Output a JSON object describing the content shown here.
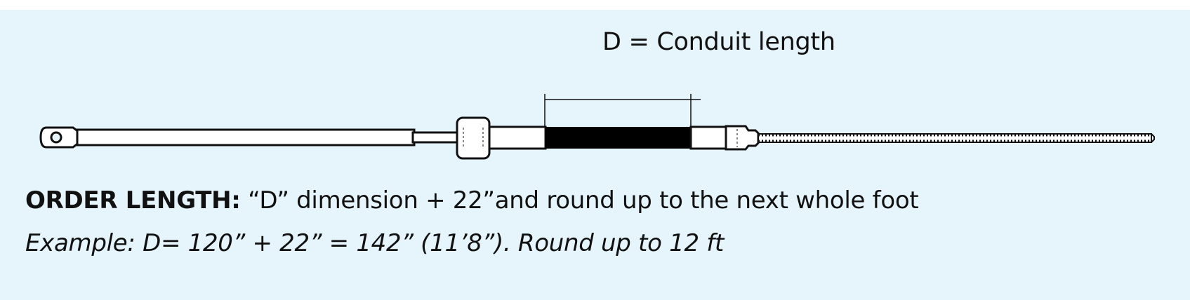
{
  "diagram": {
    "dimension_label": "D = Conduit length",
    "order": {
      "heading": "ORDER LENGTH:",
      "text": "“D” dimension + 22”and round up to the next whole foot"
    },
    "example": "Example: D= 120” + 22” = 142” (11’8”). Round up to 12 ft"
  }
}
